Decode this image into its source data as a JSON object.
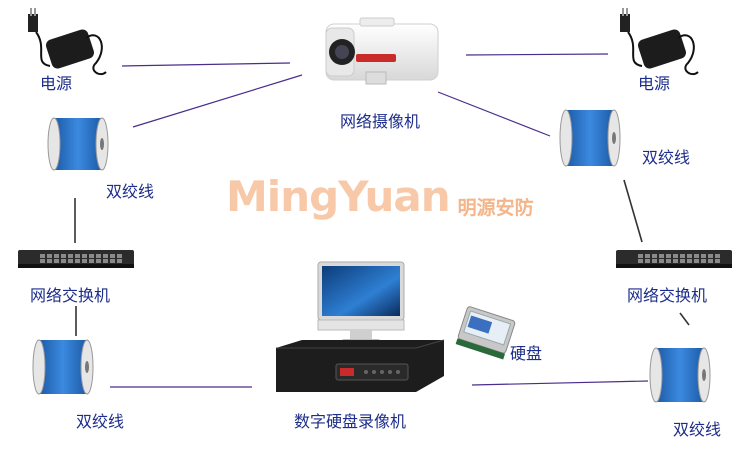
{
  "labels": {
    "power_left": "电源",
    "power_right": "电源",
    "camera": "网络摄像机",
    "cable_top_left": "双绞线",
    "cable_top_right": "双绞线",
    "switch_left": "网络交换机",
    "switch_right": "网络交换机",
    "hdd": "硬盘",
    "cable_bottom_left": "双绞线",
    "cable_bottom_right": "双绞线",
    "nvr": "数字硬盘录像机"
  },
  "watermark": {
    "brand_en": "MingYuan",
    "brand_zh": "明源安防"
  },
  "colors": {
    "label": "#1c2d8a",
    "link_line": "#4a2d8c",
    "cable_blue": "#2a72c8",
    "device_dark": "#2b2b2b",
    "watermark": "#f7c9a8"
  },
  "icons": {
    "power": "power-adapter-icon",
    "camera": "bullet-camera-icon",
    "cable": "cable-spool-icon",
    "switch": "network-switch-icon",
    "monitor": "monitor-icon",
    "hdd": "hard-disk-icon",
    "nvr": "nvr-recorder-icon"
  }
}
